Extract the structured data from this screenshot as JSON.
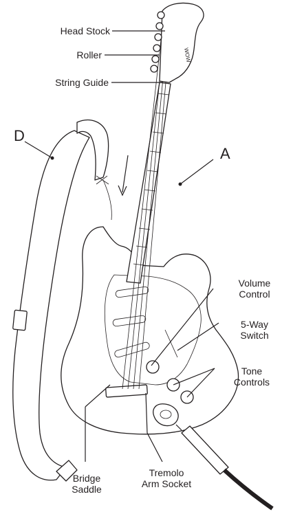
{
  "labels": {
    "head_stock": "Head Stock",
    "roller": "Roller",
    "string_guide": "String Guide",
    "volume_control_1": "Volume",
    "volume_control_2": "Control",
    "five_way_switch_1": "5-Way",
    "five_way_switch_2": "Switch",
    "tone_controls_1": "Tone",
    "tone_controls_2": "Controls",
    "bridge_saddle_1": "Bridge",
    "bridge_saddle_2": "Saddle",
    "tremolo_arm_socket_1": "Tremolo",
    "tremolo_arm_socket_2": "Arm Socket",
    "guitar_letter": "A",
    "strap_letter": "D"
  },
  "headstock_brand": "WOW"
}
